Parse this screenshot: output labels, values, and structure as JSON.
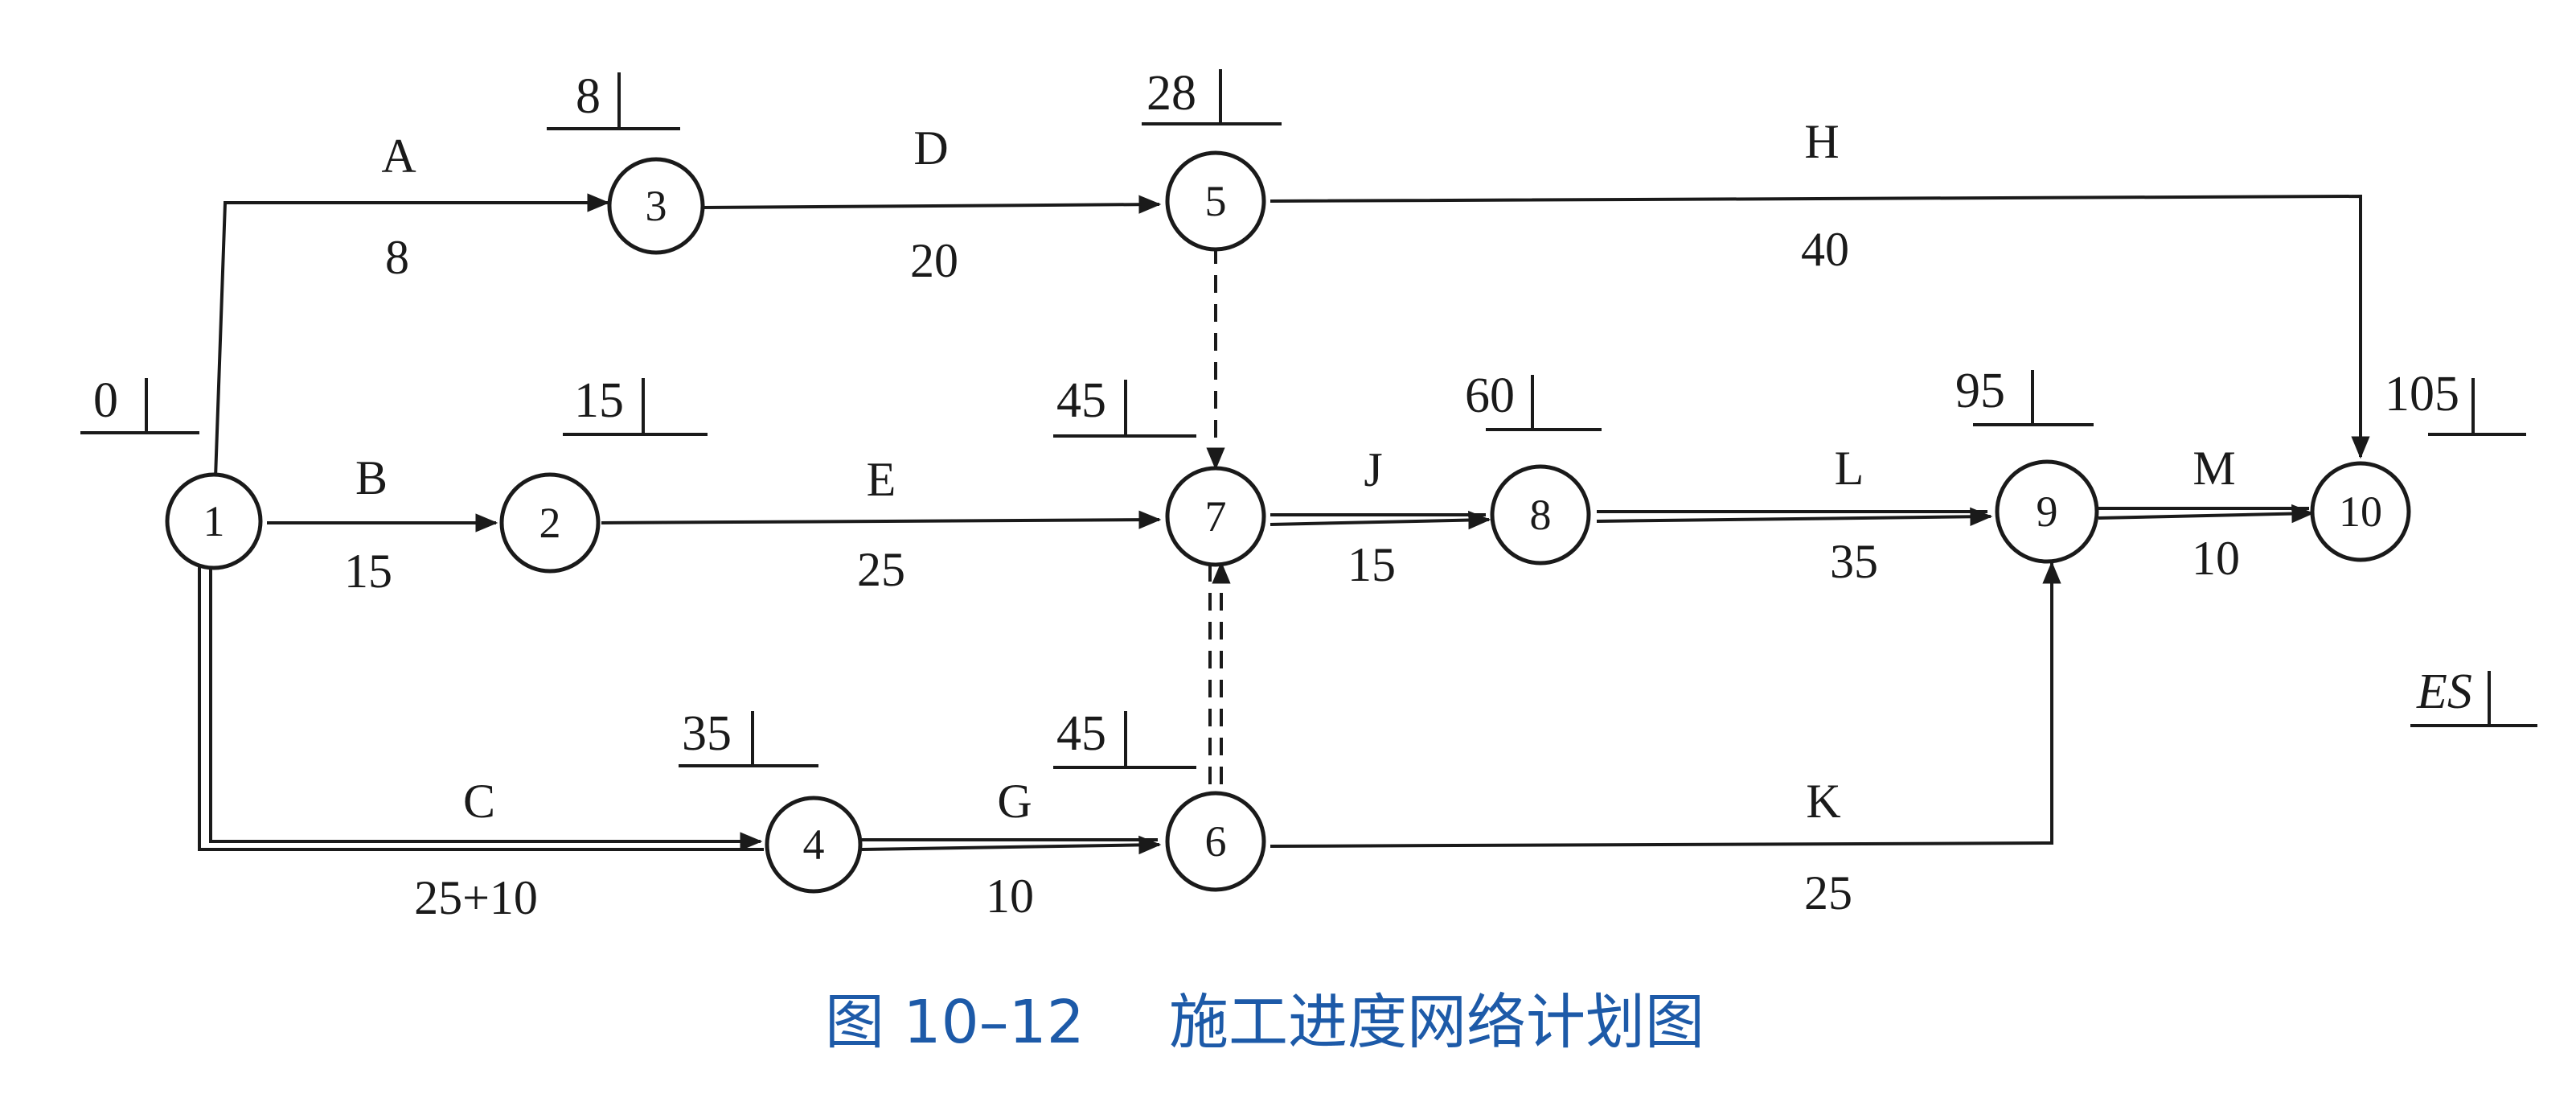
{
  "caption": {
    "figure_no": "图 10–12",
    "title": "施工进度网络计划图"
  },
  "legend": {
    "label": "ES"
  },
  "nodes": [
    {
      "id": "1",
      "es": "0"
    },
    {
      "id": "2",
      "es": "15"
    },
    {
      "id": "3",
      "es": "8"
    },
    {
      "id": "4",
      "es": "35"
    },
    {
      "id": "5",
      "es": "28"
    },
    {
      "id": "6",
      "es": "45"
    },
    {
      "id": "7",
      "es": "45"
    },
    {
      "id": "8",
      "es": "60"
    },
    {
      "id": "9",
      "es": "95"
    },
    {
      "id": "10",
      "es": "105"
    }
  ],
  "activities": [
    {
      "name": "A",
      "duration": "8",
      "from": "1",
      "to": "3",
      "critical": false
    },
    {
      "name": "B",
      "duration": "15",
      "from": "1",
      "to": "2",
      "critical": false
    },
    {
      "name": "C",
      "duration": "25+10",
      "from": "1",
      "to": "4",
      "critical": true
    },
    {
      "name": "D",
      "duration": "20",
      "from": "3",
      "to": "5",
      "critical": false
    },
    {
      "name": "E",
      "duration": "25",
      "from": "2",
      "to": "7",
      "critical": false
    },
    {
      "name": "G",
      "duration": "10",
      "from": "4",
      "to": "6",
      "critical": true
    },
    {
      "name": "H",
      "duration": "40",
      "from": "5",
      "to": "10",
      "critical": false
    },
    {
      "name": "J",
      "duration": "15",
      "from": "7",
      "to": "8",
      "critical": true
    },
    {
      "name": "K",
      "duration": "25",
      "from": "6",
      "to": "9",
      "critical": false
    },
    {
      "name": "L",
      "duration": "35",
      "from": "8",
      "to": "9",
      "critical": true
    },
    {
      "name": "M",
      "duration": "10",
      "from": "9",
      "to": "10",
      "critical": true
    }
  ],
  "dummies": [
    {
      "from": "5",
      "to": "7",
      "critical": false
    },
    {
      "from": "6",
      "to": "7",
      "critical": true
    }
  ]
}
